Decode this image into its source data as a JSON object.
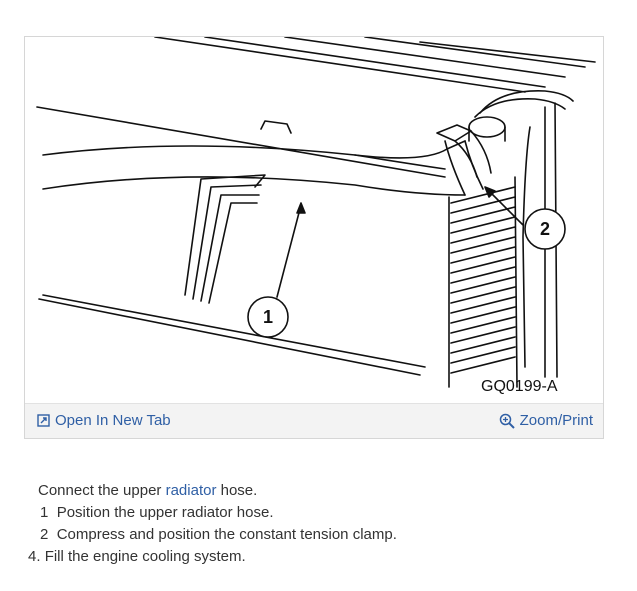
{
  "figure": {
    "callout_1": "1",
    "callout_2": "2",
    "figure_code": "GQ0199-A",
    "open_label": "Open In New Tab",
    "zoom_label": "Zoom/Print",
    "icons": {
      "open": "external-tab-icon",
      "zoom": "magnifier-plus-icon"
    }
  },
  "instructions": {
    "connect_prefix": "Connect the upper ",
    "connect_link": "radiator",
    "connect_suffix": " hose.",
    "sub_steps": [
      {
        "number": "1",
        "text": "Position the upper radiator hose."
      },
      {
        "number": "2",
        "text": "Compress and position the constant tension clamp."
      }
    ],
    "step4_number": "4.",
    "step4_text": "Fill the engine cooling system."
  },
  "colors": {
    "link": "#2f5fa5",
    "text": "#333333",
    "bar": "#f3f3f3"
  }
}
